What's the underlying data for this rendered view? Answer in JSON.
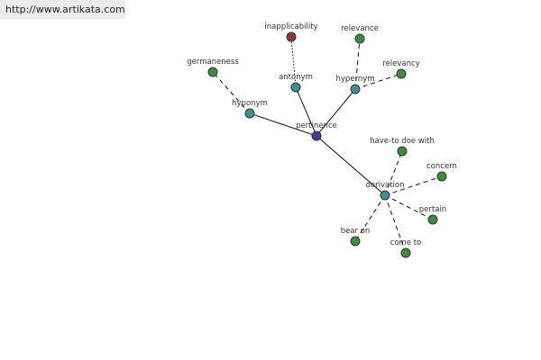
{
  "site": {
    "url_text": "http://www.artikata.com"
  },
  "graph": {
    "colors": {
      "center": "#3b3f9a",
      "relation": "#3f8f8f",
      "word": "#3f8a3f",
      "antonym_word": "#8f3838",
      "edge": "#111111"
    },
    "nodes": [
      {
        "id": "pertinence",
        "label": "pertinence",
        "role": "center"
      },
      {
        "id": "antonym",
        "label": "antonym",
        "role": "relation"
      },
      {
        "id": "hypernym",
        "label": "hypernym",
        "role": "relation"
      },
      {
        "id": "hyponym",
        "label": "hyponym",
        "role": "relation"
      },
      {
        "id": "derivation",
        "label": "derivation",
        "role": "relation"
      },
      {
        "id": "inapplicability",
        "label": "inapplicability",
        "role": "antonym_word"
      },
      {
        "id": "relevance",
        "label": "relevance",
        "role": "word"
      },
      {
        "id": "relevancy",
        "label": "relevancy",
        "role": "word"
      },
      {
        "id": "germaneness",
        "label": "germaneness",
        "role": "word"
      },
      {
        "id": "have-to-doe-with",
        "label": "have-to doe with",
        "role": "word"
      },
      {
        "id": "concern",
        "label": "concern",
        "role": "word"
      },
      {
        "id": "pertain",
        "label": "pertain",
        "role": "word"
      },
      {
        "id": "come-to",
        "label": "come to",
        "role": "word"
      },
      {
        "id": "bear-on",
        "label": "bear on",
        "role": "word"
      }
    ],
    "edges": [
      {
        "from": "pertinence",
        "to": "antonym",
        "style": "solid"
      },
      {
        "from": "pertinence",
        "to": "hypernym",
        "style": "solid"
      },
      {
        "from": "pertinence",
        "to": "hyponym",
        "style": "solid"
      },
      {
        "from": "pertinence",
        "to": "derivation",
        "style": "solid"
      },
      {
        "from": "antonym",
        "to": "inapplicability",
        "style": "dotted"
      },
      {
        "from": "hypernym",
        "to": "relevance",
        "style": "dashed"
      },
      {
        "from": "hypernym",
        "to": "relevancy",
        "style": "dashed"
      },
      {
        "from": "hyponym",
        "to": "germaneness",
        "style": "dashed"
      },
      {
        "from": "derivation",
        "to": "have-to-doe-with",
        "style": "dashed"
      },
      {
        "from": "derivation",
        "to": "concern",
        "style": "dashed"
      },
      {
        "from": "derivation",
        "to": "pertain",
        "style": "dashed"
      },
      {
        "from": "derivation",
        "to": "come-to",
        "style": "dashed"
      },
      {
        "from": "derivation",
        "to": "bear-on",
        "style": "dashed"
      }
    ]
  }
}
